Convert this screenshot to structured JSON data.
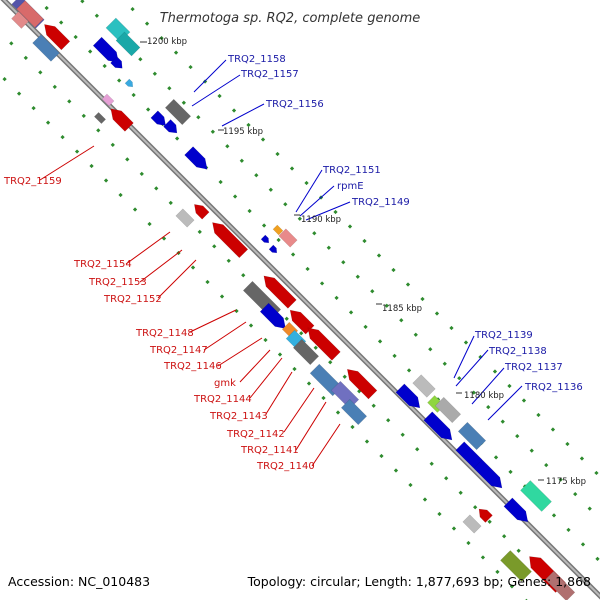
{
  "title": "Thermotoga sp. RQ2, complete genome",
  "footer": {
    "accession": "Accession: NC_010483",
    "summary": "Topology: circular; Length: 1,877,693 bp; Genes: 1,868"
  },
  "colors": {
    "forward": "#0000cc",
    "reverse": "#cc0000",
    "backbone": "#888888",
    "marker": "#2e8b2e"
  },
  "ticks": [
    {
      "label": "1200 kbp"
    },
    {
      "label": "1195 kbp"
    },
    {
      "label": "1190 kbp"
    },
    {
      "label": "1185 kbp"
    },
    {
      "label": "1180 kbp"
    },
    {
      "label": "1175 kbp"
    }
  ],
  "forward_labels": [
    {
      "text": "TRQ2_1158"
    },
    {
      "text": "TRQ2_1157"
    },
    {
      "text": "TRQ2_1156"
    },
    {
      "text": "TRQ2_1151"
    },
    {
      "text": "rpmE"
    },
    {
      "text": "TRQ2_1149"
    },
    {
      "text": "TRQ2_1139"
    },
    {
      "text": "TRQ2_1138"
    },
    {
      "text": "TRQ2_1137"
    },
    {
      "text": "TRQ2_1136"
    }
  ],
  "reverse_labels": [
    {
      "text": "TRQ2_1159"
    },
    {
      "text": "TRQ2_1154"
    },
    {
      "text": "TRQ2_1153"
    },
    {
      "text": "TRQ2_1152"
    },
    {
      "text": "TRQ2_1148"
    },
    {
      "text": "TRQ2_1147"
    },
    {
      "text": "TRQ2_1146"
    },
    {
      "text": "gmk"
    },
    {
      "text": "TRQ2_1144"
    },
    {
      "text": "TRQ2_1143"
    },
    {
      "text": "TRQ2_1142"
    },
    {
      "text": "TRQ2_1141"
    },
    {
      "text": "TRQ2_1140"
    }
  ]
}
